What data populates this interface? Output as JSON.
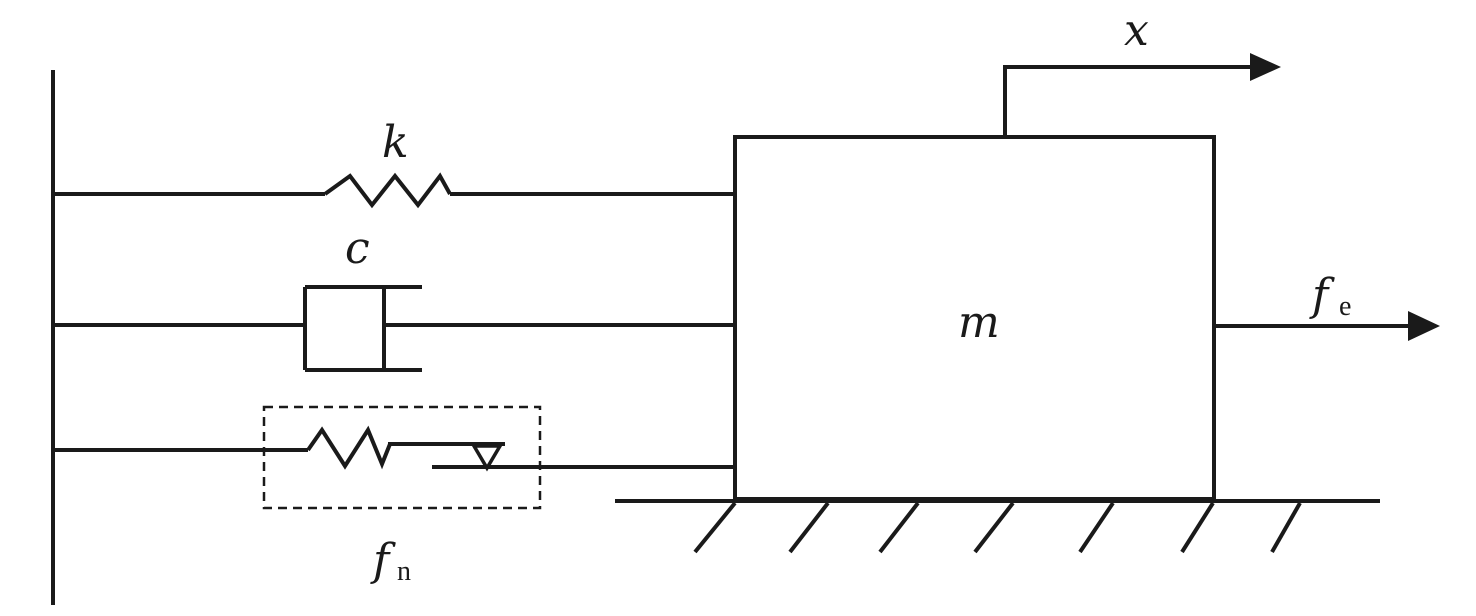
{
  "diagram": {
    "labels": {
      "displacement": "x",
      "spring": "k",
      "damper": "c",
      "mass": "m",
      "external_force": "f",
      "external_force_sub": "e",
      "nonlinear_force": "f",
      "nonlinear_force_sub": "n"
    },
    "colors": {
      "stroke": "#1a1a1a",
      "background": "#ffffff"
    }
  }
}
